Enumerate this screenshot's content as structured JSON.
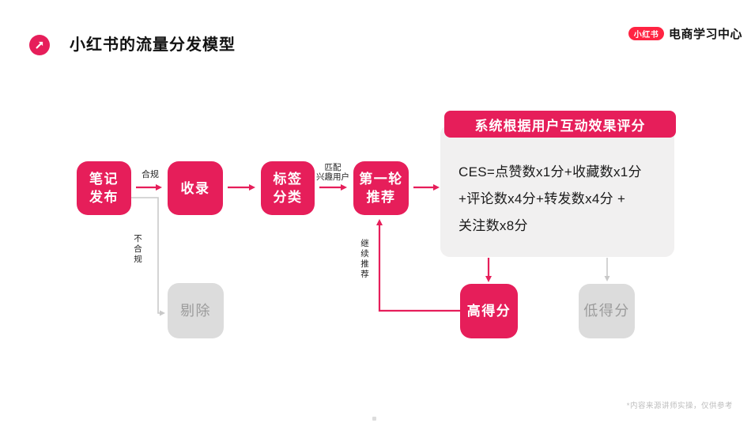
{
  "header": {
    "title": "小红书的流量分发模型",
    "brand_badge": "小红书",
    "brand_name": "电商学习中心"
  },
  "flow": {
    "nodes": [
      {
        "key": "note-publish",
        "lines": [
          "笔记",
          "发布"
        ]
      },
      {
        "key": "indexed",
        "lines": [
          "收录"
        ]
      },
      {
        "key": "tag-classify",
        "lines": [
          "标签",
          "分类"
        ]
      },
      {
        "key": "first-round-recommend",
        "lines": [
          "第一轮",
          "推荐"
        ]
      },
      {
        "key": "high-score",
        "lines": [
          "高得分"
        ]
      },
      {
        "key": "low-score",
        "lines": [
          "低得分"
        ]
      },
      {
        "key": "removed",
        "lines": [
          "剔除"
        ]
      }
    ],
    "edge_labels": {
      "compliant": "合规",
      "non_compliant": "不合规",
      "match_interest_line1": "匹配",
      "match_interest_line2": "兴趣用户",
      "continue_recommend": "继续推荐"
    }
  },
  "score_panel": {
    "title": "系统根据用户互动效果评分",
    "formula_lines": [
      "CES=点赞数x1分+收藏数x1分",
      "+评论数x4分+转发数x4分 +",
      "关注数x8分"
    ]
  },
  "footnote": "*内容来源讲师实操，仅供参考",
  "colors": {
    "brand_pink": "#E61E5A",
    "logo_red": "#FF2442",
    "gray_box": "#DCDCDC",
    "gray_text": "#9B9B9B",
    "panel_bg": "#F1F0F0",
    "gray_line": "#C9C9C9"
  }
}
